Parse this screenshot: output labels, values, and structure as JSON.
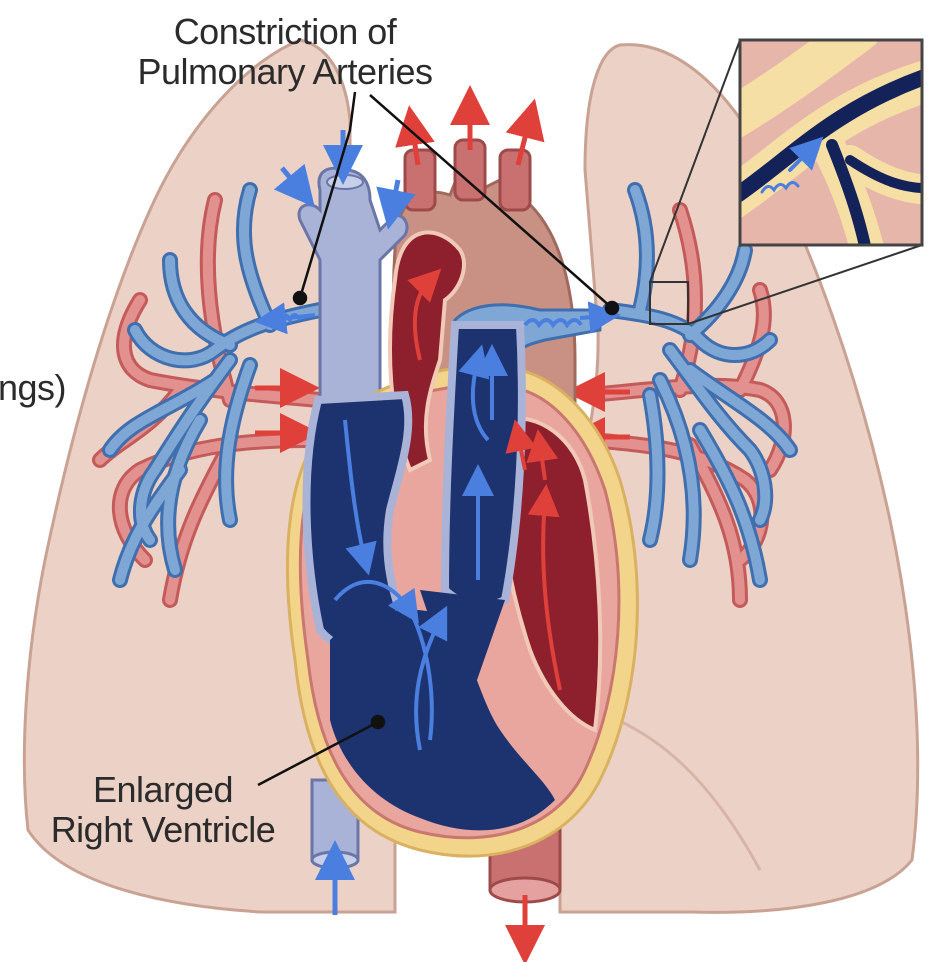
{
  "labels": {
    "constriction": {
      "line1": "Constriction of",
      "line2": "Pulmonary Arteries"
    },
    "enlarged": {
      "line1": "Enlarged",
      "line2": "Right Ventricle"
    },
    "cutoff_left": "ngs)"
  },
  "colors": {
    "lung": "#ecd2c6",
    "lung_outline": "#c9a294",
    "artery_blue": "#7fa7d6",
    "artery_outline": "#3f6fae",
    "vein_red": "#e2918f",
    "vein_outline": "#c45a5a",
    "deoxygenated_blood": "#1c3370",
    "oxygenated_blood": "#8e1f2c",
    "heart_muscle": "#e9a69e",
    "heart_fat": "#f3d48b",
    "vena_cava": "#a9b3d8",
    "aorta": "#c99184",
    "arrow_blue": "#4a7fe0",
    "arrow_red": "#e0403a",
    "inset_tissue": "#e7b6ab",
    "inset_vessel": "#14225a",
    "inset_wall": "#f6dfa4",
    "label_text": "#2b2b2b",
    "leader_line": "#111111"
  }
}
